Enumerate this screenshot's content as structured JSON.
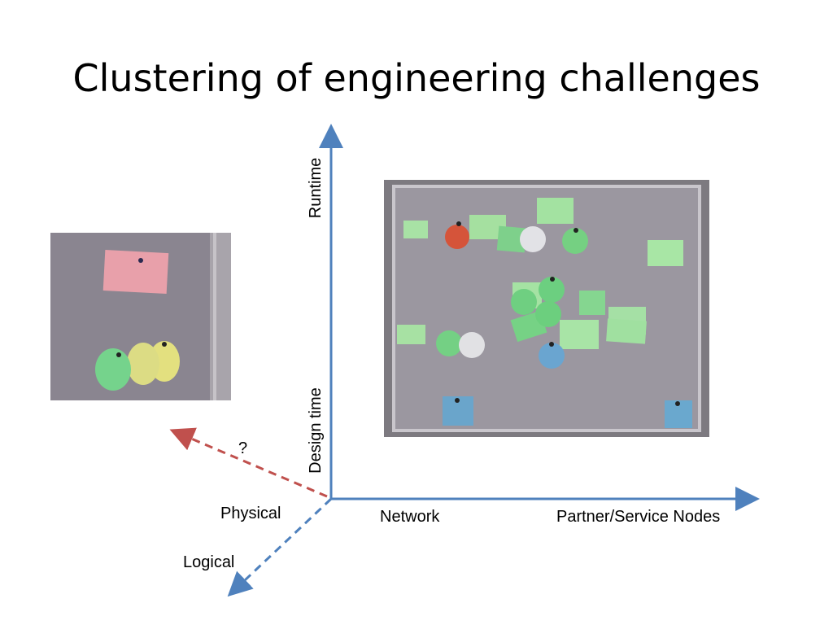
{
  "slide": {
    "title": "Clustering of engineering challenges"
  },
  "axes": {
    "y_top_label": "Runtime",
    "y_bottom_label": "Design time",
    "x_mid_label": "Network",
    "x_end_label": "Partner/Service Nodes",
    "diag_up_label": "?",
    "physical_label": "Physical",
    "logical_label": "Logical"
  },
  "colors": {
    "axis_blue": "#4f81bd",
    "axis_red": "#c0504d"
  }
}
